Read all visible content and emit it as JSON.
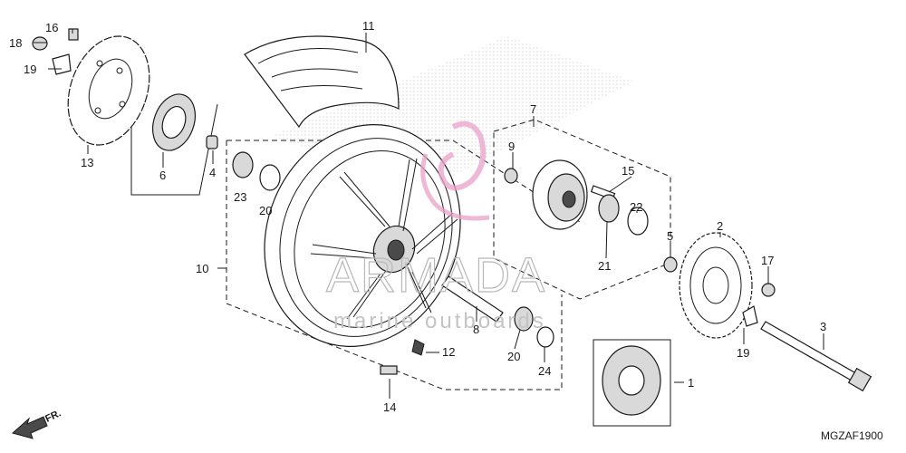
{
  "diagram": {
    "code": "MGZAF1900",
    "direction_label": "FR.",
    "watermark": {
      "main": "ARMADA",
      "sub": "marine outboards"
    },
    "callouts": {
      "p1": "1",
      "p2": "2",
      "p3": "3",
      "p4": "4",
      "p5": "5",
      "p6": "6",
      "p7": "7",
      "p8": "8",
      "p9": "9",
      "p10": "10",
      "p11": "11",
      "p12": "12",
      "p13": "13",
      "p14": "14",
      "p15": "15",
      "p16": "16",
      "p17": "17",
      "p18": "18",
      "p19a": "19",
      "p19b": "19",
      "p20a": "20",
      "p20b": "20",
      "p21": "21",
      "p22": "22",
      "p23": "23",
      "p24": "24"
    },
    "colors": {
      "watermark_logo": "#e8a0c8",
      "line": "#1a1a1a"
    }
  }
}
